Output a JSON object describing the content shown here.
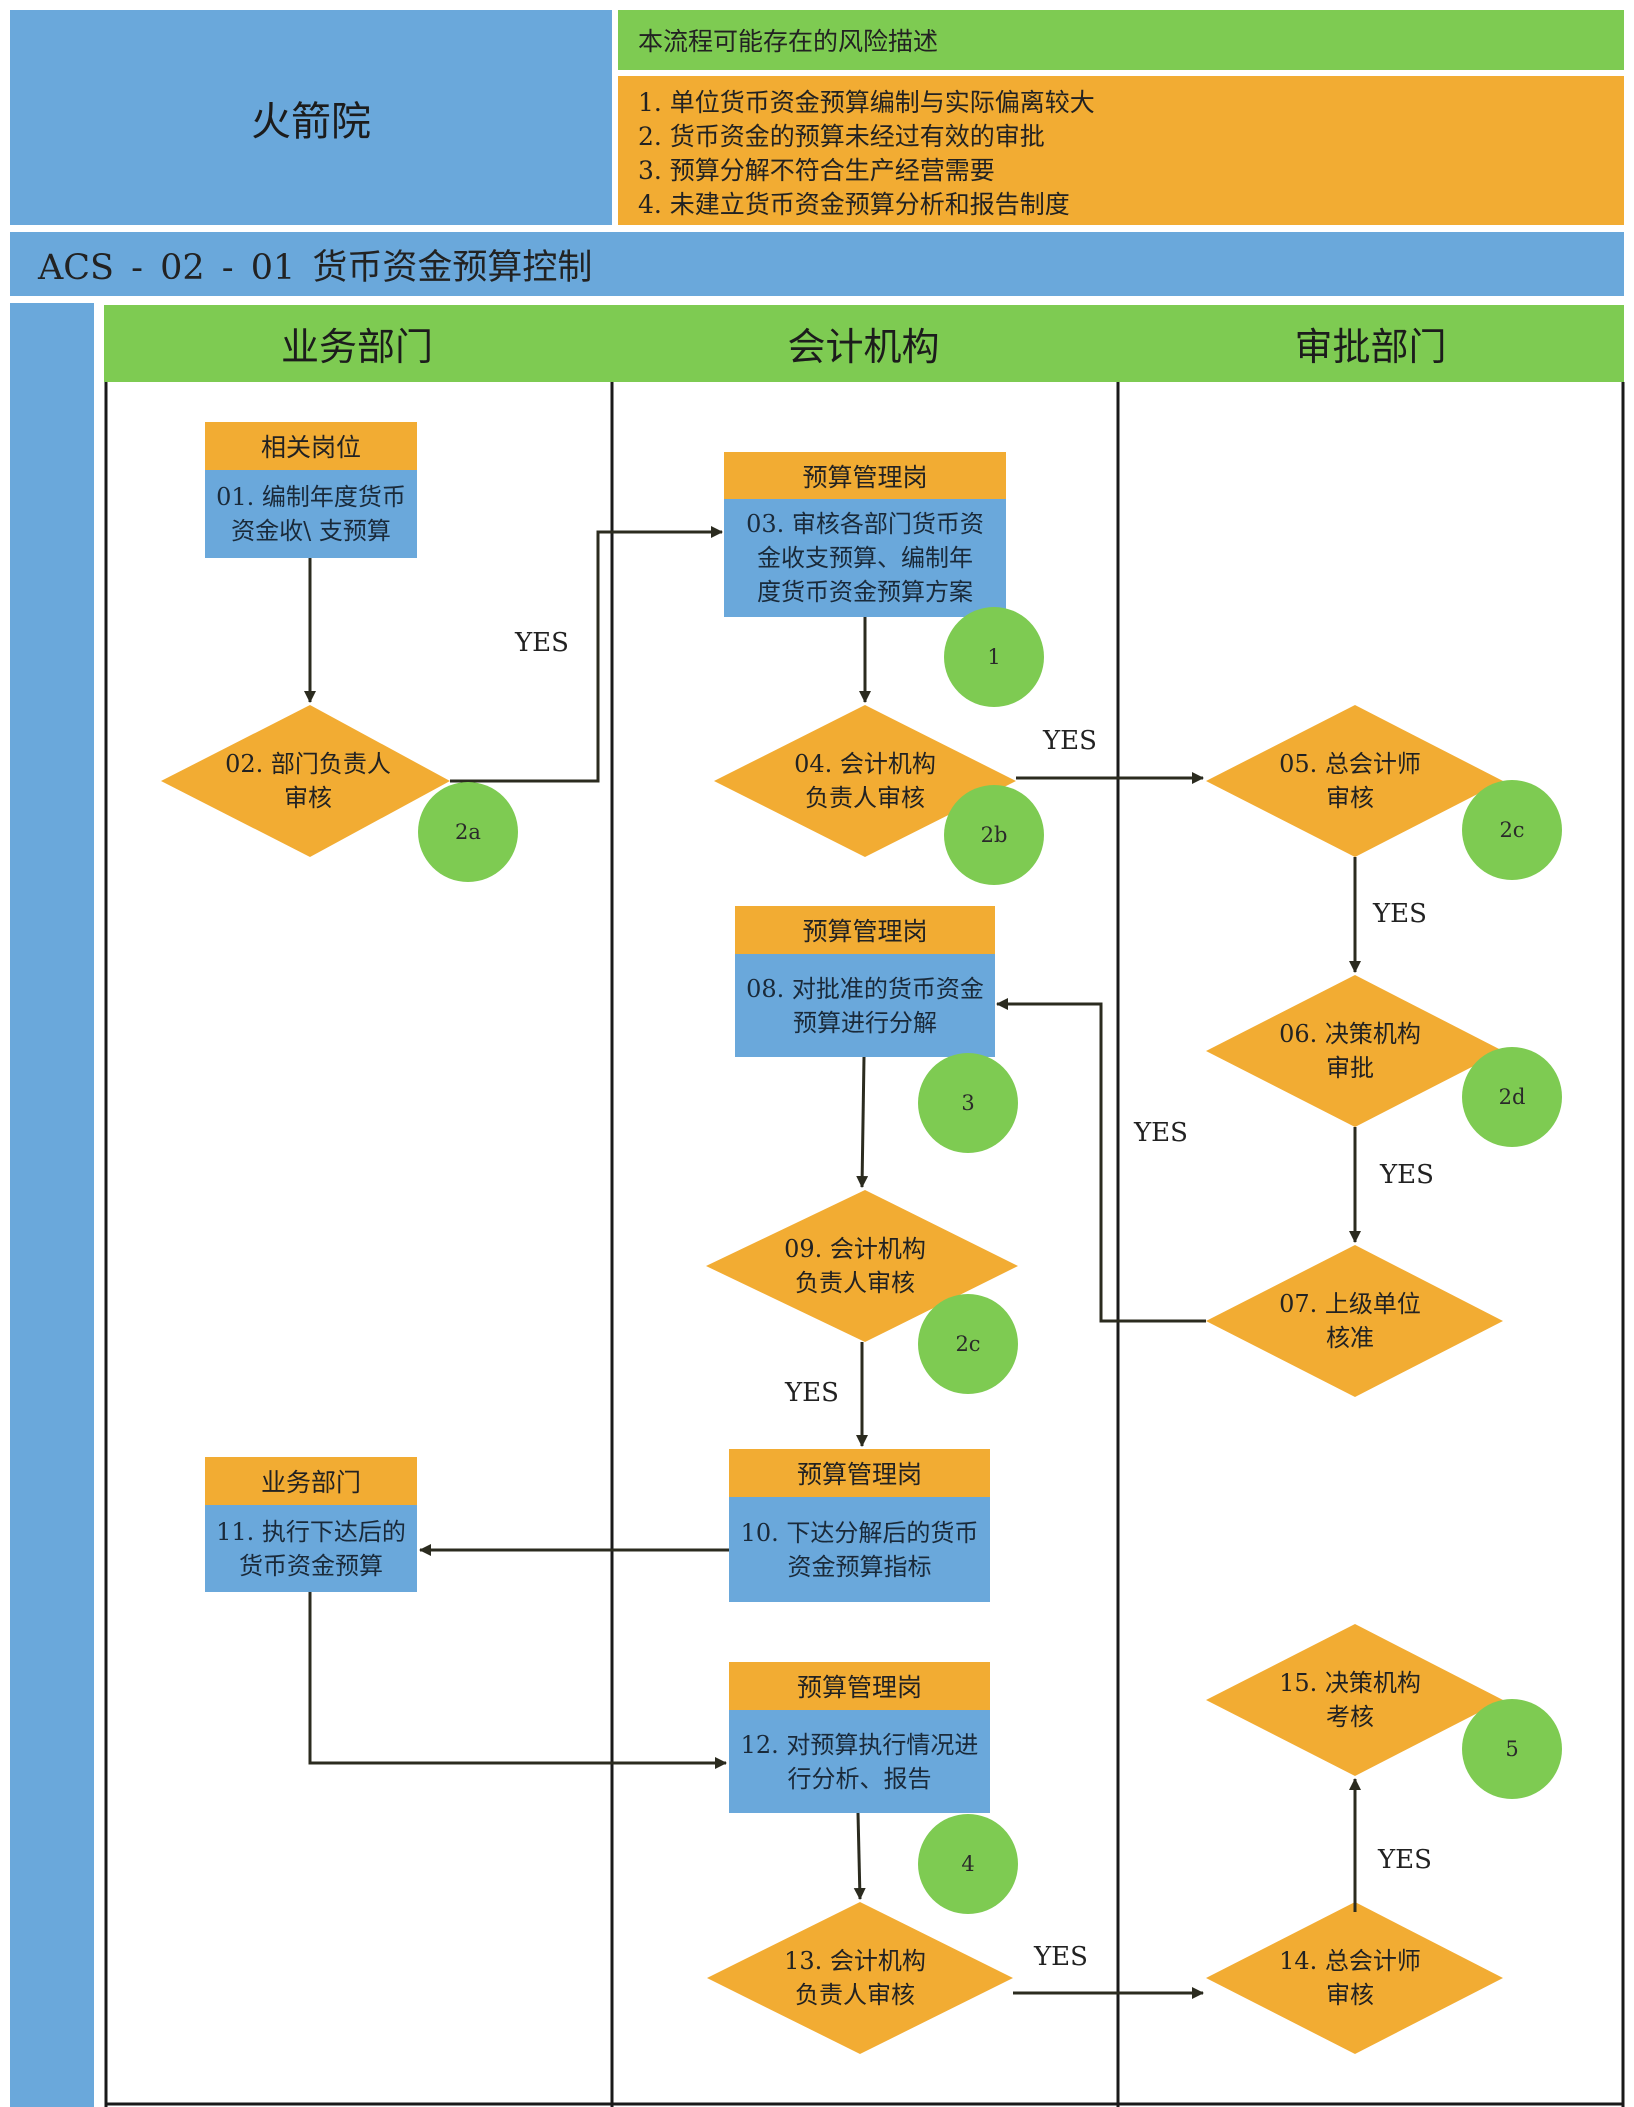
{
  "header": {
    "org_name": "火箭院",
    "risk_title": "本流程可能存在的风险描述",
    "risks": [
      "1. 单位货币资金预算编制与实际偏离较大",
      "2. 货币资金的预算未经过有效的审批",
      "3. 预算分解不符合生产经营需要",
      "4. 未建立货币资金预算分析和报告制度"
    ],
    "process_title": "ACS - 02 - 01  货币资金预算控制"
  },
  "lanes": [
    "业务部门",
    "会计机构",
    "审批部门"
  ],
  "boxes": {
    "b01": {
      "head": "相关岗位",
      "lines": [
        "01. 编制年度货币",
        "资金收\\ 支预算"
      ]
    },
    "b03": {
      "head": "预算管理岗",
      "lines": [
        "03. 审核各部门货币资",
        "金收支预算、编制年",
        "度货币资金预算方案"
      ]
    },
    "b08": {
      "head": "预算管理岗",
      "lines": [
        "08. 对批准的货币资金",
        "预算进行分解"
      ]
    },
    "b10": {
      "head": "预算管理岗",
      "lines": [
        "10. 下达分解后的货币",
        "资金预算指标"
      ]
    },
    "b11": {
      "head": "业务部门",
      "lines": [
        "11. 执行下达后的",
        "货币资金预算"
      ]
    },
    "b12": {
      "head": "预算管理岗",
      "lines": [
        "12. 对预算执行情况进",
        "行分析、报告"
      ]
    }
  },
  "diamonds": {
    "d02": [
      "02. 部门负责人",
      "审核"
    ],
    "d04": [
      "04. 会计机构",
      "负责人审核"
    ],
    "d05": [
      "05. 总会计师",
      "审核"
    ],
    "d06": [
      "06. 决策机构",
      "审批"
    ],
    "d07": [
      "07. 上级单位",
      "核准"
    ],
    "d09": [
      "09. 会计机构",
      "负责人审核"
    ],
    "d13": [
      "13. 会计机构",
      "负责人审核"
    ],
    "d14": [
      "14. 总会计师",
      "审核"
    ],
    "d15": [
      "15. 决策机构",
      "考核"
    ]
  },
  "circles": {
    "c1": "1",
    "c2a": "2a",
    "c2b": "2b",
    "c2c_top": "2c",
    "c2d": "2d",
    "c3": "3",
    "c2c_mid": "2c",
    "c4": "4",
    "c5": "5"
  },
  "yes_label": "YES",
  "colors": {
    "blue": "#6aa8db",
    "green": "#7ecb52",
    "orange": "#f2ac33",
    "line": "#2b2b1f"
  }
}
